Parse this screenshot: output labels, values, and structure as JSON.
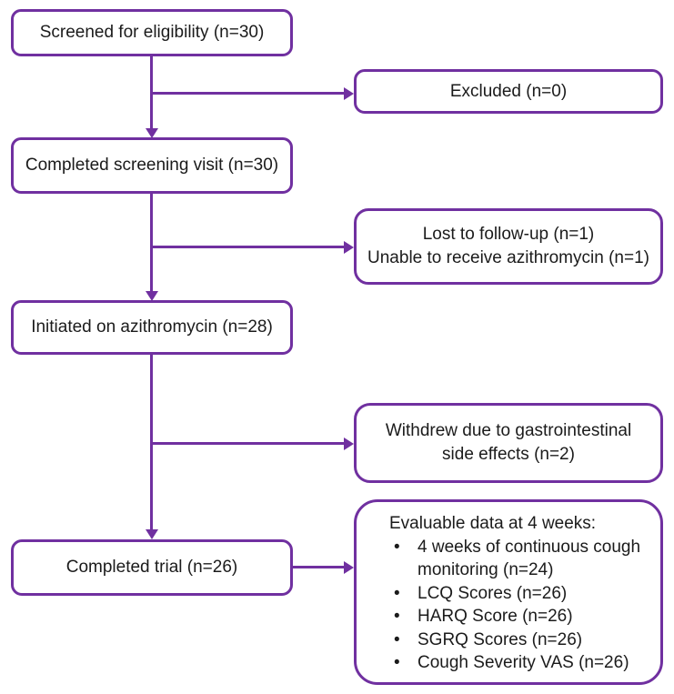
{
  "flowchart": {
    "accent_color": "#7030A0",
    "text_color": "#1b1b1b",
    "boxes": {
      "screened": {
        "label": "Screened for eligibility (n=30)"
      },
      "excluded": {
        "label": "Excluded (n=0)"
      },
      "completed_screening": {
        "label": "Completed screening visit (n=30)"
      },
      "lost_followup": {
        "lines": [
          "Lost to follow-up (n=1)",
          "Unable to receive azithromycin (n=1)"
        ]
      },
      "initiated": {
        "label": "Initiated on azithromycin (n=28)"
      },
      "withdrew": {
        "lines": [
          "Withdrew due to gastrointestinal",
          "side effects (n=2)"
        ]
      },
      "completed_trial": {
        "label": "Completed trial (n=26)"
      },
      "evaluable": {
        "title": "Evaluable data at 4 weeks:",
        "bullet": "•",
        "items": [
          "4 weeks of continuous cough monitoring (n=24)",
          "LCQ Scores (n=26)",
          "HARQ Score (n=26)",
          "SGRQ Scores (n=26)",
          "Cough Severity VAS (n=26)"
        ]
      }
    }
  }
}
